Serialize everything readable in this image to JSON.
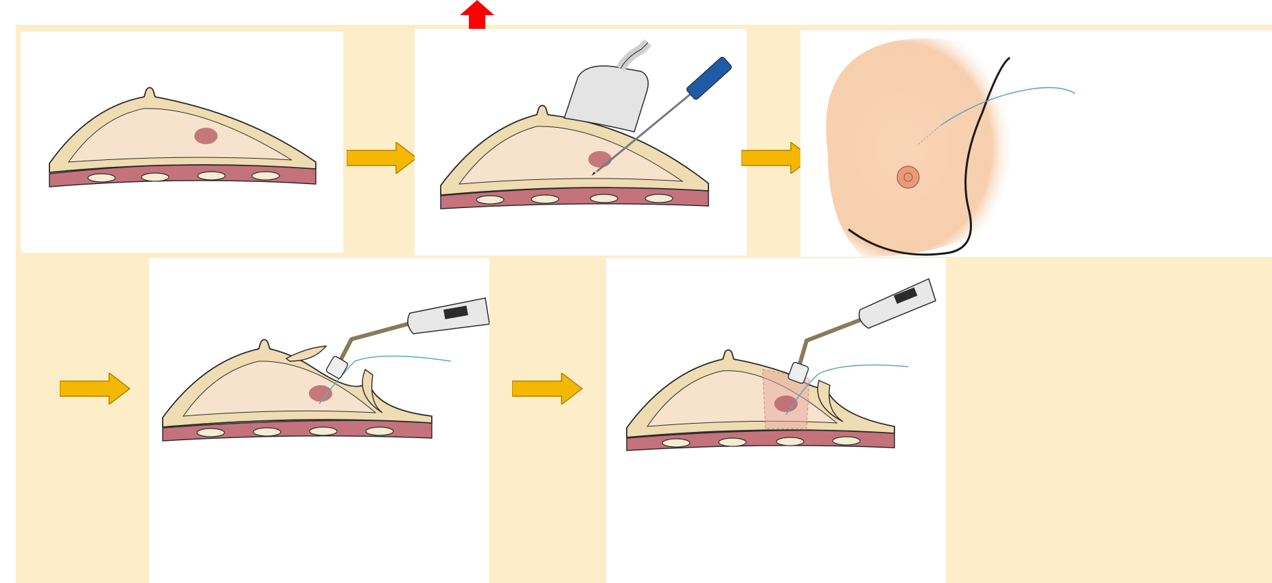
{
  "diagram": {
    "description_labels": [],
    "colors": {
      "background": "#fdedc8",
      "flow_arrow": "#f5b700",
      "flow_arrow_edge": "#b08300",
      "highlight_arrow": "#ff0000",
      "fat": "#efdcb2",
      "gland": "#f7e3cd",
      "muscle": "#c4727c",
      "lesion": "#b3545e",
      "rib": "#f4ecd3",
      "outline": "#2b2b2b",
      "skin": "#f7cfae",
      "wire": "#5fa6c2",
      "probe_handle": "#1e5aa8"
    },
    "steps": [
      {
        "id": "step-1",
        "icon": "breast-cross-section-lesion"
      },
      {
        "id": "step-2",
        "icon": "ultrasound-guided-wire-localization"
      },
      {
        "id": "step-3",
        "icon": "breast-surface-wire"
      },
      {
        "id": "step-4",
        "icon": "incision-with-electrocautery"
      },
      {
        "id": "step-5",
        "icon": "lesion-excision-margins"
      }
    ],
    "arrows": [
      {
        "from": "step-1",
        "to": "step-2",
        "icon": "right-arrow"
      },
      {
        "from": "step-2",
        "to": "step-3",
        "icon": "right-arrow"
      },
      {
        "from": "step-3",
        "to": "step-4",
        "icon": "right-arrow"
      },
      {
        "from": "step-4",
        "to": "step-5",
        "icon": "right-arrow"
      }
    ],
    "highlight": {
      "icon": "up-arrow",
      "color": "#ff0000"
    }
  }
}
